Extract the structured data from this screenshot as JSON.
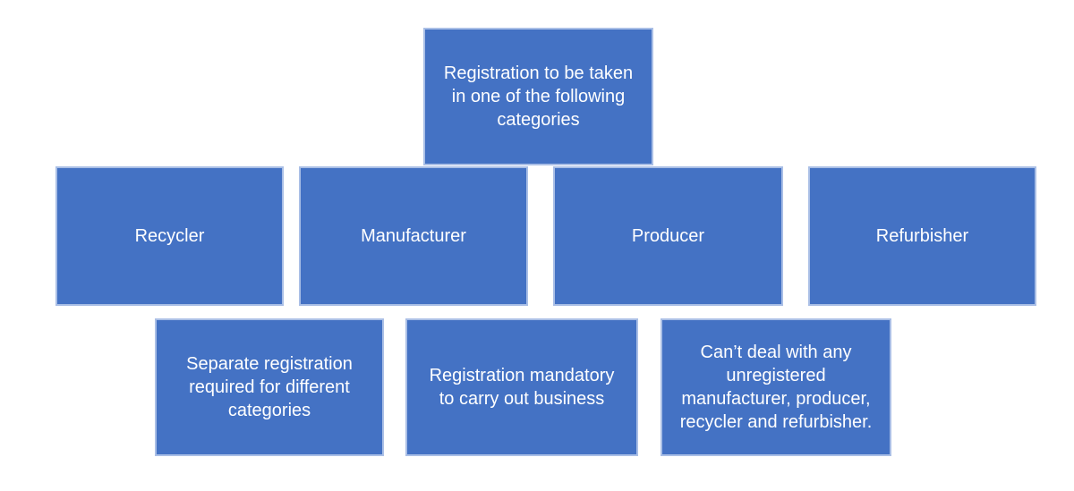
{
  "diagram": {
    "title_box": {
      "label": "Registration to be taken in one of the following categories"
    },
    "categories": [
      {
        "label": "Recycler"
      },
      {
        "label": "Manufacturer"
      },
      {
        "label": "Producer"
      },
      {
        "label": "Refurbisher"
      }
    ],
    "notes": [
      {
        "label": "Separate registration required for different categories"
      },
      {
        "label": "Registration mandatory to carry out business"
      },
      {
        "label": "Can’t deal with any unregistered manufacturer, producer, recycler and refurbisher."
      }
    ],
    "colors": {
      "box_fill": "#4472c4",
      "box_border": "#aabfe6",
      "text": "#ffffff",
      "background": "#ffffff"
    }
  }
}
